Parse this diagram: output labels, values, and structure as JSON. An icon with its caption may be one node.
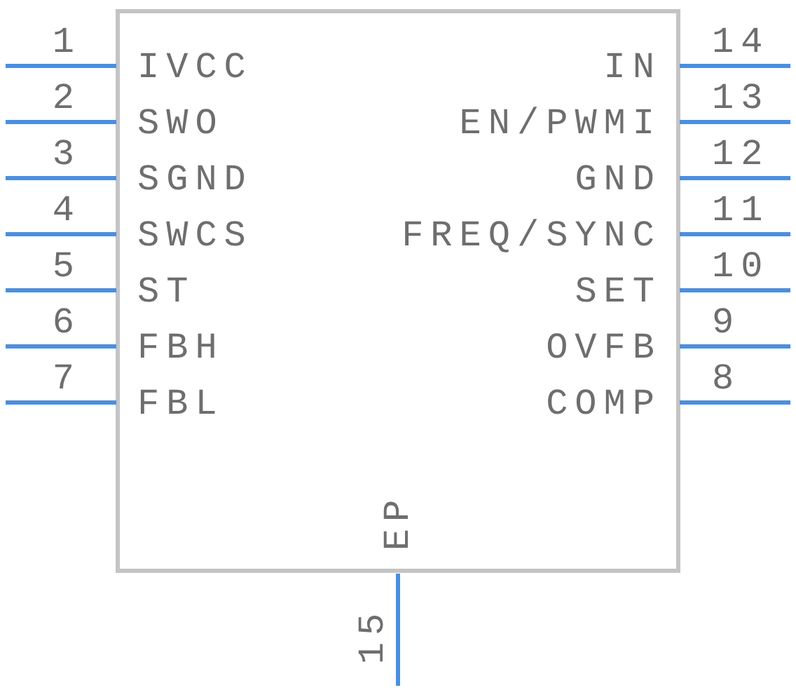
{
  "diagram": {
    "labels": [
      "1",
      "14",
      "IVCC",
      "IN",
      "2",
      "13",
      "SWO",
      "EN/PWMI",
      "3",
      "12",
      "SGND",
      "GND",
      "4",
      "11",
      "SWCS",
      "FREQ/SYNC",
      "5",
      "10",
      "ST",
      "SET",
      "6",
      "9",
      "FBH",
      "OVFB",
      "7",
      "8",
      "FBL",
      "COMP",
      "EP",
      "15"
    ]
  }
}
